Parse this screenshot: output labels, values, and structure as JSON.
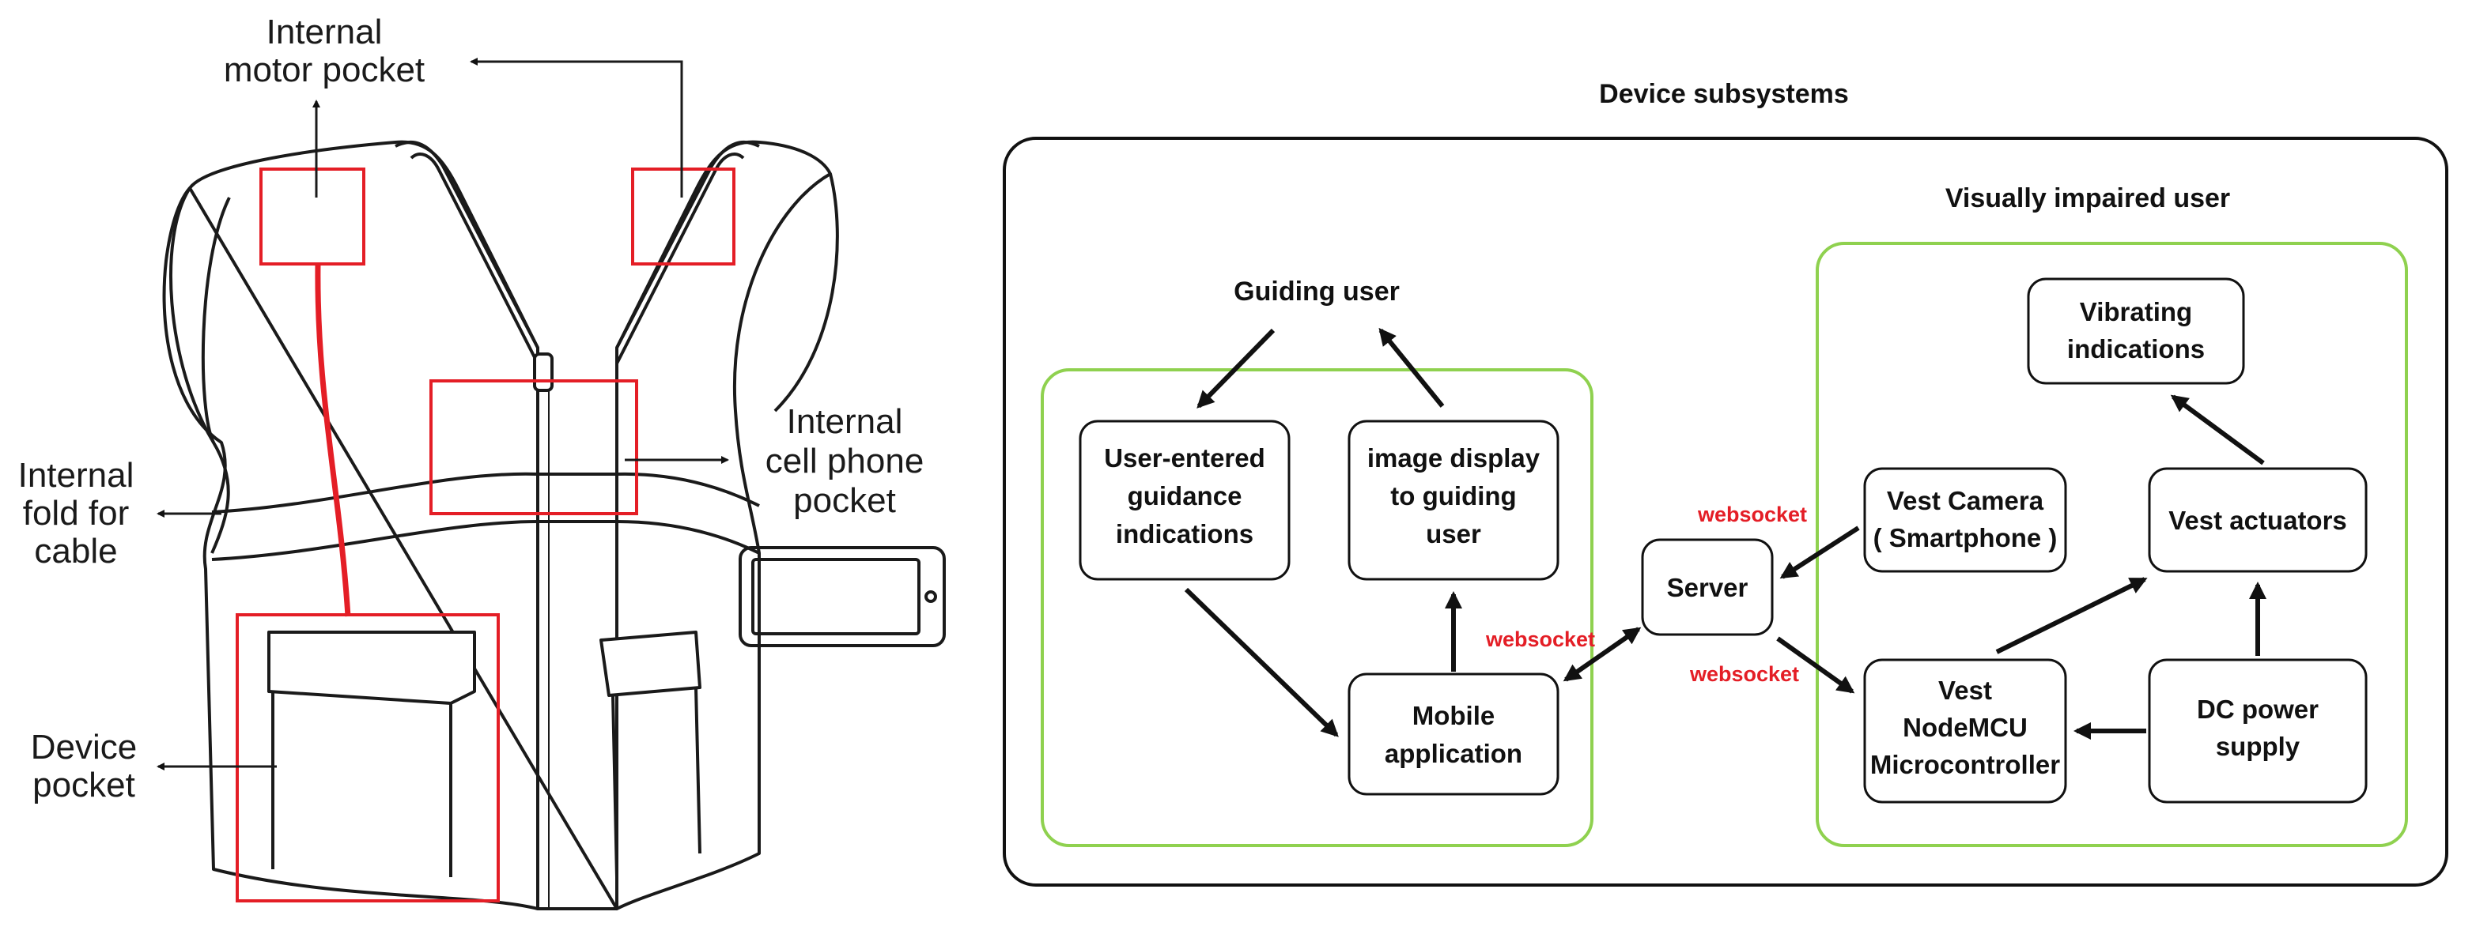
{
  "vest": {
    "motor_pocket": [
      "Internal",
      "motor pocket"
    ],
    "cell_phone_pocket": [
      "Internal",
      "cell phone",
      "pocket"
    ],
    "fold_for_cable": [
      "Internal",
      "fold for",
      "cable"
    ],
    "device_pocket": [
      "Device",
      "pocket"
    ]
  },
  "diagram": {
    "title": "Device subsystems",
    "visually_impaired_user": "Visually impaired user",
    "guiding_user": "Guiding user",
    "boxes": {
      "user_entered": [
        "User-entered",
        "guidance",
        "indications"
      ],
      "image_display": [
        "image display",
        "to guiding",
        "user"
      ],
      "mobile_app": [
        "Mobile",
        "application"
      ],
      "server": [
        "Server"
      ],
      "vest_camera": [
        "Vest Camera",
        "( Smartphone )"
      ],
      "vest_actuators": [
        "Vest actuators"
      ],
      "vibrating": [
        "Vibrating",
        "indications"
      ],
      "nodemcu": [
        "Vest",
        "NodeMCU",
        "Microcontroller"
      ],
      "dc_power": [
        "DC power",
        "supply"
      ]
    },
    "websocket_labels": [
      "websocket",
      "websocket",
      "websocket"
    ]
  },
  "colors": {
    "red_highlight": "#e41e26",
    "green_group": "#8fd14f",
    "outline": "#111111"
  }
}
